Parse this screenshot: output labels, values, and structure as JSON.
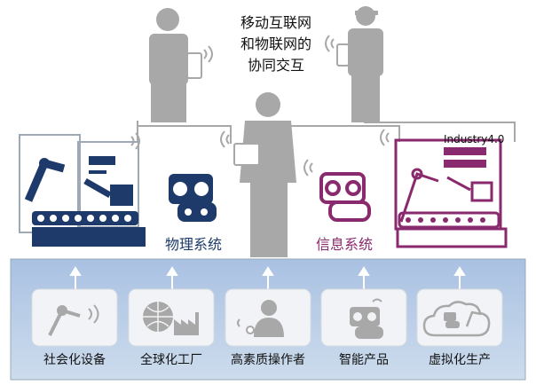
{
  "title_lines": [
    "移动互联网",
    "和物联网的",
    "协同交互"
  ],
  "physical_system": "物理系统",
  "information_system": "信息系统",
  "industry_label": "Industry4.0",
  "bottom_items": [
    {
      "label": "社会化设备",
      "icon": "robot-arm-icon"
    },
    {
      "label": "全球化工厂",
      "icon": "globe-factory-icon"
    },
    {
      "label": "高素质操作者",
      "icon": "operator-icon"
    },
    {
      "label": "智能产品",
      "icon": "smart-product-icon"
    },
    {
      "label": "虚拟化生产",
      "icon": "cloud-production-icon"
    }
  ],
  "colors": {
    "navy": "#1d3a6a",
    "magenta": "#8a2a6e",
    "gray": "#a8a8a8",
    "panel_blue": "#b9cde6"
  }
}
